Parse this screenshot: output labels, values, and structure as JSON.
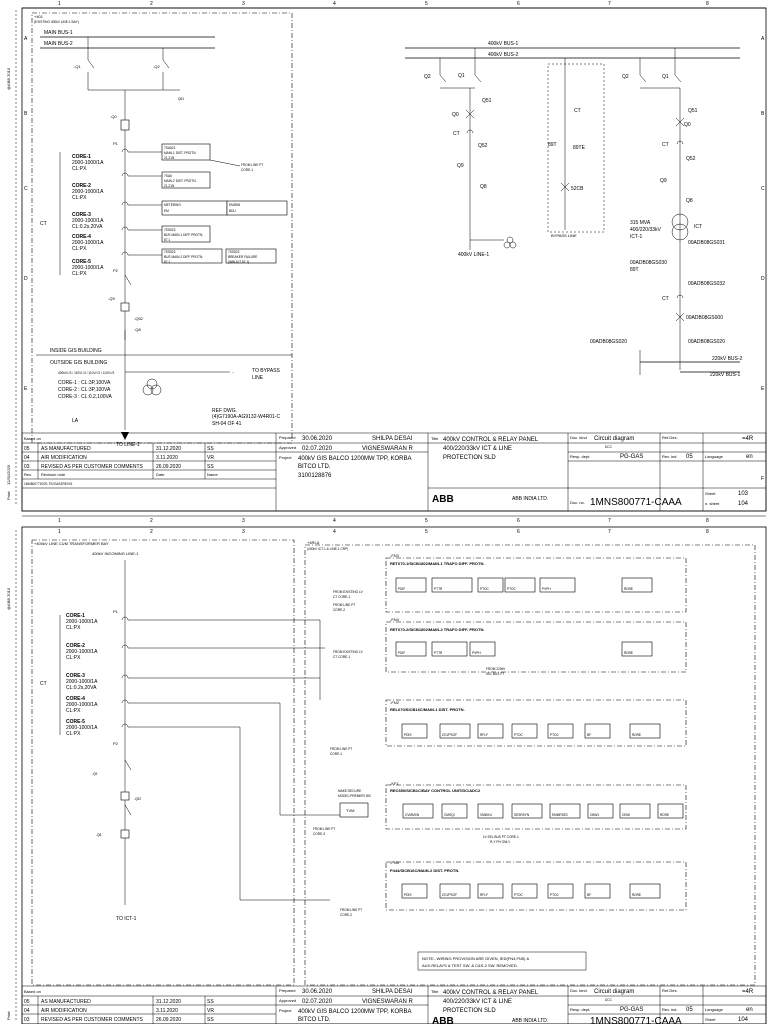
{
  "side": {
    "s1a": "@ABB 2010",
    "s1b": "Print:",
    "s1c": "12/31/2020",
    "s2a": "@ABB 2010",
    "s2b": "Print:"
  },
  "grid": {
    "cols": [
      "1",
      "2",
      "3",
      "4",
      "5",
      "6",
      "7",
      "8"
    ],
    "rows": [
      "A",
      "B",
      "C",
      "D",
      "E",
      "F"
    ]
  },
  "s1": {
    "frame_title": "+401",
    "frame_sub": "(EXISTING 400kV LINE-1 BAY)",
    "main_bus_1": "MAIN BUS-1",
    "main_bus_2": "MAIN BUS-2",
    "q1": "-Q1",
    "q2": "-Q2",
    "q51": "Q51",
    "q0": "-Q0",
    "p1": "P1",
    "p2": "P2",
    "q9": "-Q9",
    "q52": "-Q52",
    "q8": "-Q8",
    "ct": "CT",
    "cores": [
      {
        "name": "CORE-1",
        "rating": "2000-1000/1A",
        "cls": "CL:PX"
      },
      {
        "name": "CORE-2",
        "rating": "2000-1000/1A",
        "cls": "CL:PX"
      },
      {
        "name": "CORE-3",
        "rating": "2000-1000/1A",
        "cls": "CL:0.2s,20VA"
      },
      {
        "name": "CORE-4",
        "rating": "2000-1000/1A",
        "cls": "CL:PX"
      },
      {
        "name": "CORE-5",
        "rating": "2000-1000/1A",
        "cls": "CL:PX"
      }
    ],
    "relays": [
      {
        "a": "7SA522",
        "b": "MAIN-1 DIST. PROTN.",
        "c": "21,21N"
      },
      {
        "a": "7SA6",
        "b": "MAIN-2 DIST. PROTN.",
        "c": "21,21N"
      },
      {
        "a": "METERING",
        "b": "EM"
      },
      {
        "a": "7SS523",
        "b": "BUS MAIN-1 DIFF PROTN.",
        "c": "87.1"
      },
      {
        "a": "7SS523",
        "b": "BUS MAIN-2 DIFF PROTN.",
        "c": "87.1"
      }
    ],
    "relay_emdr": {
      "a": "EMDR6",
      "b": "BDU"
    },
    "relay_bf": {
      "a": "7SS523",
      "b": "BREAKER FAILURE",
      "c": "(INBUILT 87.1)"
    },
    "from_line_pt": "FROM LINE PT",
    "core1": "CORE-1",
    "inside": "INSIDE GIS BUILDING",
    "outside": "OUTSIDE GIS BUILDING",
    "ivt_ratio": "400kV/√3 / 110V/√3 / 110V/√3 / 110V/√3",
    "cvt_cores": [
      "CORE-1 : CL:3P,100VA",
      "CORE-2 : CL:3P,100VA",
      "CORE-3 : CL:0.2,100VA"
    ],
    "to_bypass": "TO BYPASS",
    "line": "LINE",
    "la": "LA",
    "to_line": "TO LINE-1",
    "ref": "REF DWG.",
    "ref_no": "(4)G7190A-AG9132-W4R01-C",
    "ref_sh": "SH-04 OF 41",
    "right_bus1": "400kV BUS-1",
    "right_bus2": "400kV BUS-2",
    "r_labels": {
      "q2": "Q2",
      "q1": "Q1",
      "q51": "Q51",
      "q0": "Q0",
      "ct": "CT",
      "q52": "Q52",
      "q9": "Q9",
      "q8": "Q8",
      "line": "400kV LINE-1",
      "bt": "89T",
      "bte": "89TE",
      "s2cb": "52CB",
      "bypass": "BYPASS LINE"
    },
    "ict": "ICT",
    "ict_rating": [
      "315 MVA",
      "400/220/33kV",
      "ICT-1"
    ],
    "adb": [
      "00ADB08GS031",
      "00ADB08GS030",
      "89T",
      "00ADB08GS032",
      "00ADB08GS000",
      "00ADB08GS020",
      "00ADB08GS020"
    ],
    "bus220_2": "220kV BUS-2",
    "bus220_1": "220kV BUS-1"
  },
  "tb1": {
    "based_on": "Based on",
    "rev": [
      {
        "no": "05",
        "note": "AS MANUFACTURED",
        "date": "31.12.2020",
        "name": "SS"
      },
      {
        "no": "04",
        "note": "AIR MODIFICATION",
        "date": "3.11.2020",
        "name": "VR"
      },
      {
        "no": "03",
        "note": "REVISED AS PER CUSTOMER COMMENTS",
        "date": "26.09.2020",
        "name": "SS"
      }
    ],
    "rev_hdr": "Rev.",
    "note_hdr": "Revision note",
    "date_hdr": "Date",
    "name_hdr": "Name",
    "file": "1MN800771E0S-T02GAS2REV01",
    "prepared": "Prepared",
    "prepared_date": "30.06.2020",
    "prepared_by": "SHILPA DESAI",
    "approved": "Approved",
    "approved_date": "02.07.2020",
    "approved_by": "VIGNESWARAN R",
    "project": "Project",
    "project_name": "400kV GIS BALCO 1200MW TPP, KORBA",
    "project_client": "BITCO LTD.",
    "project_no": "3100128876",
    "title_lbl": "Title",
    "title": [
      "400kV CONTROL & RELAY PANEL",
      "400/220/33kV ICT & LINE",
      "PROTECTION SLD"
    ],
    "logo": "ABB",
    "company": "ABB INDIA LTD.",
    "doc_kind": "Doc. kind",
    "doc_kind_val": "Circuit diagram",
    "dcc": "DCC",
    "resp": "Resp. dept.",
    "resp_val": "PG-GAS",
    "revno": "Rev. ind.",
    "revno_val": "05",
    "docno": "Doc. no.",
    "docno_val": "1MNS800771-CAAA",
    "ref_des": "Ref.Des.",
    "ref_val": "=4R",
    "lang": "Language",
    "lang_val": "en",
    "sheet": "Sheet",
    "sheet_val": "103",
    "nsheet": "n. sheet",
    "nsheet_val": "104"
  },
  "s2": {
    "frame_title": "+400kV LINE CUM TRANSFORMER BAY",
    "incoming": "400kV INCOMING LINE-1",
    "panel": "+4RLA",
    "panel_sub": "(400kV ICT-1 & LINE-1 CRP)",
    "ct": "CT",
    "p1": "P1",
    "p2": "P2",
    "q9": "-Q9",
    "q8": "-Q8",
    "q52": "-Q52",
    "cores": [
      {
        "name": "CORE-1",
        "rating": "2000-1000/1A",
        "cls": "CL:PX"
      },
      {
        "name": "CORE-2",
        "rating": "2000-1000/1A",
        "cls": "CL:PX"
      },
      {
        "name": "CORE-3",
        "rating": "2000-1000/1A",
        "cls": "CL:0.2s,20VA"
      },
      {
        "name": "CORE-4",
        "rating": "2000-1000/1A",
        "cls": "CL:PX"
      },
      {
        "name": "CORE-5",
        "rating": "2000-1000/1A",
        "cls": "CL:PX"
      }
    ],
    "fn3": "-FN3",
    "fn3_title": "RET670-1/SICB1802/MAIN-1 TRAFO DIFF. PROTN.",
    "fn3_cells": [
      "PDIF",
      "PTTR",
      "PTOC",
      "PTOC",
      "PVPH",
      "RDRE"
    ],
    "fn4": "-FN4",
    "fn4_title": "RET670-2/SICB1802/MAIN-2 TRAFO DIFF. PROTN.",
    "fn4_cells": [
      "PDIF",
      "PTTR",
      "PVPH",
      "RDRE"
    ],
    "fn2": "-FN2",
    "fn2_title": "REL670/SICB16C/MAIN-1 DIST. PROTN.",
    "fn2_cells": [
      "PDIS",
      "ZCVPSOF",
      "RFLF",
      "PTOC",
      "PTOC",
      "BF",
      "RDRE"
    ],
    "kf1": "-KF1",
    "kf1_title": "REC650/SICB1C/BAY CONTROL UNIT/DC/ADC2",
    "kf1_cells": [
      "CVMMXN",
      "CMSQI",
      "VMMXU",
      "SESRSYN",
      "EMMRSEC",
      "CBW1",
      "CEMI",
      "RDRE"
    ],
    "fn5": "-FN5",
    "fn5_title": "P444/SICB16C/MAIN-2 DIST. PROTN.",
    "fn5_cells": [
      "PDIS",
      "ZCVPSOF",
      "RFLF",
      "PTOC",
      "PTOC",
      "BF",
      "RDRE"
    ],
    "from_existing_lv": "FROM EXISTING LV",
    "ct_core1": "CT CORE-1",
    "from_line_pt": "FROM LINE PT",
    "core2": "CORE-2",
    "core1": "CORE-1",
    "core3": "CORE-3",
    "from_220": "FROM 220kV",
    "sel_bus_pt": "SEL BUS PT",
    "lv_sel": "LV SEL BUS PT CORE-1",
    "ry": "R-Y PH ONLY",
    "make_secure": "MAKE:SECURE",
    "model": "MODEL:PREMIER 300",
    "tvm": "TVM",
    "to_ict": "TO ICT-1",
    "note": [
      "NOTE:- WIRING PROVISION ARE GIVEN, IED(FN4,FN5) &",
      "AUX.RELAYS & TEST SW. & C&S-2 SW. REMOVED."
    ]
  },
  "tb2": {
    "based_on": "Based on",
    "rev": [
      {
        "no": "05",
        "note": "AS MANUFACTURED",
        "date": "31.12.2020",
        "name": "SS"
      },
      {
        "no": "04",
        "note": "AIR MODIFICATION",
        "date": "3.11.2020",
        "name": "VR"
      },
      {
        "no": "03",
        "note": "REVISED AS PER CUSTOMER COMMENTS",
        "date": "26.09.2020",
        "name": "SS"
      }
    ],
    "prepared": "Prepared",
    "prepared_date": "30.06.2020",
    "prepared_by": "SHILPA DESAI",
    "approved": "Approved",
    "approved_date": "02.07.2020",
    "approved_by": "VIGNESWARAN R",
    "project": "Project",
    "project_name": "400kV GIS BALCO 1200MW TPP, KORBA",
    "project_client": "BITCO LTD.",
    "title_lbl": "Title",
    "title": [
      "400kV CONTROL & RELAY PANEL",
      "400/220/33kV ICT & LINE",
      "PROTECTION SLD"
    ],
    "logo": "ABB",
    "company": "ABB INDIA LTD.",
    "doc_kind": "Doc. kind",
    "doc_kind_val": "Circuit diagram",
    "dcc": "DCC",
    "resp": "Resp. dept.",
    "resp_val": "PG-GAS",
    "revno": "Rev. ind.",
    "revno_val": "05",
    "docno_val": "1MNS800771-CAAA",
    "ref_des": "Ref.Des.",
    "ref_val": "=4R",
    "lang": "Language",
    "lang_val": "en",
    "sheet": "Sheet",
    "sheet_val": "104"
  }
}
